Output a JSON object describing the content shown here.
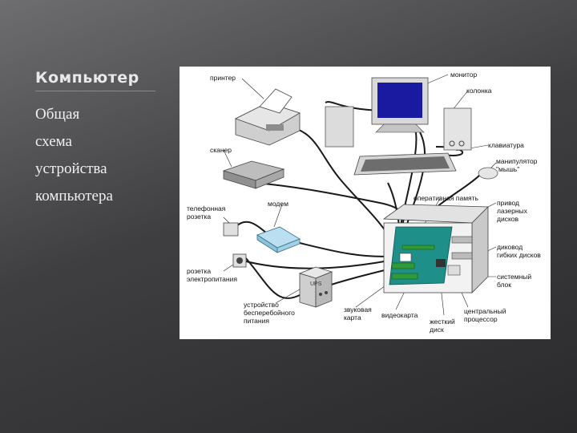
{
  "slide": {
    "title": "Компьютер",
    "body_lines": [
      "Общая",
      "схема",
      "устройства",
      "компьютера"
    ]
  },
  "diagram": {
    "labels": {
      "printer": "принтер",
      "monitor": "монитор",
      "speaker": "колонка",
      "scanner": "сканер",
      "keyboard": "клавиатура",
      "mouse_line1": "манипулятор",
      "mouse_line2": "\"мышь\"",
      "phone_socket_line1": "телефонная",
      "phone_socket_line2": "розетка",
      "modem": "модем",
      "ram": "оперативная память",
      "cd_drive_line1": "привод",
      "cd_drive_line2": "лазерных",
      "cd_drive_line3": "дисков",
      "floppy_line1": "диковод",
      "floppy_line2": "гибких дисков",
      "power_socket_line1": "розетка",
      "power_socket_line2": "электропитания",
      "system_unit_line1": "системный",
      "system_unit_line2": "блок",
      "ups_badge": "UPS",
      "ups_line1": "устройство",
      "ups_line2": "бесперебойного",
      "ups_line3": "питания",
      "sound_card_line1": "звуковая",
      "sound_card_line2": "карта",
      "video_card": "видеокарта",
      "hdd_line1": "жесткий",
      "hdd_line2": "диск",
      "cpu_line1": "центральный",
      "cpu_line2": "процессор"
    },
    "colors": {
      "motherboard": "#1f8f8a",
      "card": "#2f9a3a",
      "screen": "#1a1aa0",
      "modem": "#b9dff0"
    }
  }
}
